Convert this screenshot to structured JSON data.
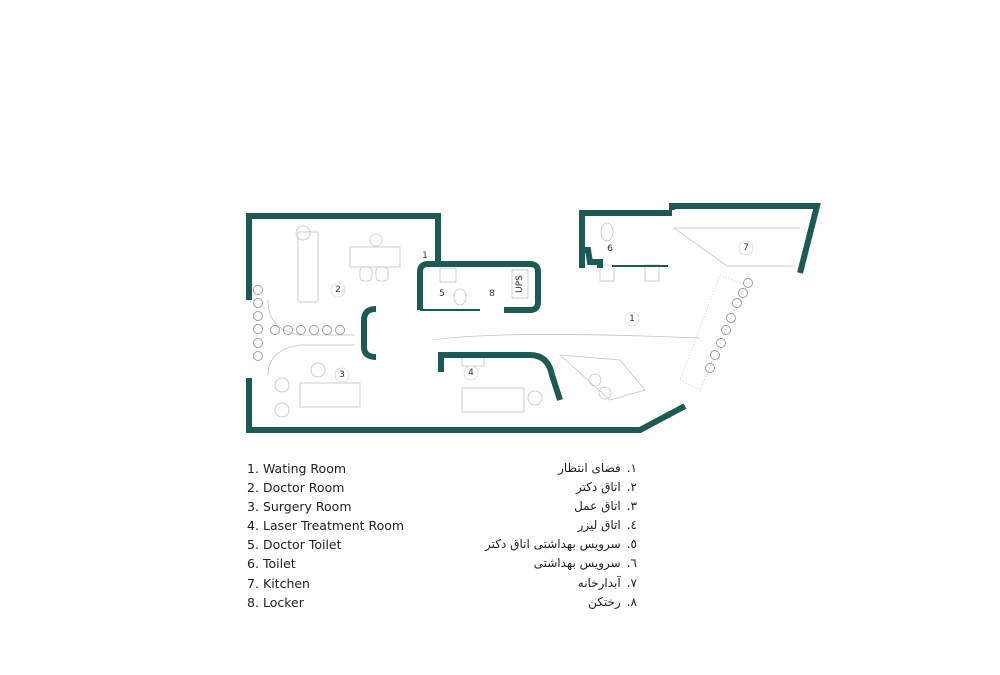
{
  "colors": {
    "wall": "#1d5a56",
    "line": "#b9b9b9",
    "plant": "#9a9a9a"
  },
  "plan": {
    "room_labels": [
      "1",
      "2",
      "3",
      "4",
      "5",
      "6",
      "7",
      "8"
    ],
    "ups_label": "UPS",
    "small_label": "1"
  },
  "legend": [
    {
      "num": "1.",
      "en": "Wating Room",
      "fa_num": "١.",
      "fa": "فضای انتظار"
    },
    {
      "num": "2.",
      "en": "Doctor Room",
      "fa_num": "٢.",
      "fa": "اتاق دکتر"
    },
    {
      "num": "3.",
      "en": "Surgery Room",
      "fa_num": "٣.",
      "fa": "اتاق عمل"
    },
    {
      "num": "4.",
      "en": "Laser Treatment Room",
      "fa_num": "٤.",
      "fa": "اتاق لیزر"
    },
    {
      "num": "5.",
      "en": "Doctor Toilet",
      "fa_num": "٥.",
      "fa": "سرویس بهداشتی اتاق دکتر"
    },
    {
      "num": "6.",
      "en": "Toilet",
      "fa_num": "٦.",
      "fa": "سرویس بهداشتی"
    },
    {
      "num": "7.",
      "en": "Kitchen",
      "fa_num": "٧.",
      "fa": "آبدارخانه"
    },
    {
      "num": "8.",
      "en": "Locker",
      "fa_num": "٨.",
      "fa": "رختکن"
    }
  ]
}
